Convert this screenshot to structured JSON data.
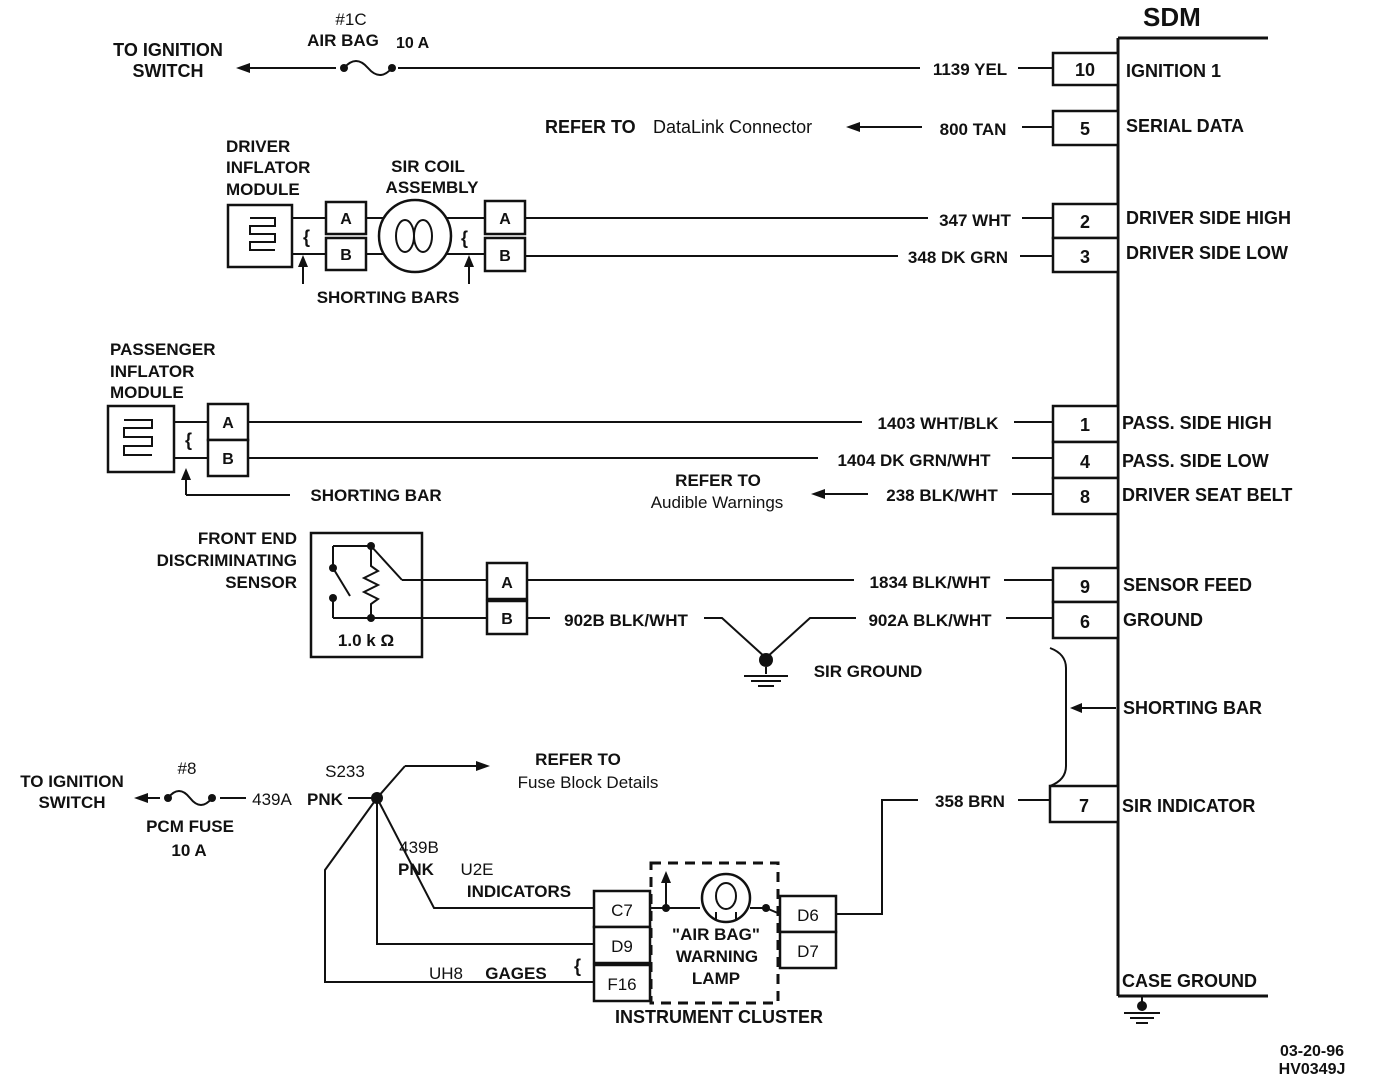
{
  "sdm": {
    "title": "SDM",
    "pins": [
      {
        "pin": "10",
        "label": "IGNITION 1",
        "wire": "1139 YEL"
      },
      {
        "pin": "5",
        "label": "SERIAL DATA",
        "wire": "800 TAN"
      },
      {
        "pin": "2",
        "label": "DRIVER SIDE HIGH",
        "wire": "347 WHT"
      },
      {
        "pin": "3",
        "label": "DRIVER SIDE LOW",
        "wire": "348 DK GRN"
      },
      {
        "pin": "1",
        "label": "PASS. SIDE HIGH",
        "wire": "1403 WHT/BLK"
      },
      {
        "pin": "4",
        "label": "PASS. SIDE LOW",
        "wire": "1404 DK GRN/WHT"
      },
      {
        "pin": "8",
        "label": "DRIVER SEAT BELT",
        "wire": "238 BLK/WHT"
      },
      {
        "pin": "9",
        "label": "SENSOR FEED",
        "wire": "1834 BLK/WHT"
      },
      {
        "pin": "6",
        "label": "GROUND",
        "wire": "902A BLK/WHT"
      },
      {
        "pin": "7",
        "label": "SIR INDICATOR",
        "wire": "358 BRN"
      }
    ],
    "shorting_bar": "SHORTING BAR",
    "case_ground": "CASE GROUND"
  },
  "ignition_top": {
    "line1": "TO IGNITION",
    "line2": "SWITCH",
    "fuse_id": "#1C",
    "fuse_name": "AIR BAG",
    "fuse_rating": "10 A"
  },
  "serial_ref": {
    "prefix": "REFER TO",
    "target": "DataLink Connector"
  },
  "driver_module": {
    "line1": "DRIVER",
    "line2": "INFLATOR",
    "line3": "MODULE"
  },
  "sir_coil": {
    "line1": "SIR COIL",
    "line2": "ASSEMBLY"
  },
  "connector_letters": {
    "a": "A",
    "b": "B"
  },
  "shorting_bars": "SHORTING BARS",
  "passenger_module": {
    "line1": "PASSENGER",
    "line2": "INFLATOR",
    "line3": "MODULE",
    "shorting": "SHORTING BAR"
  },
  "audible_ref": {
    "prefix": "REFER TO",
    "target": "Audible Warnings"
  },
  "sensor": {
    "line1": "FRONT END",
    "line2": "DISCRIMINATING",
    "line3": "SENSOR",
    "resistance": "1.0 k Ω",
    "wire_b": "902B BLK/WHT"
  },
  "sir_ground": "SIR GROUND",
  "pcm": {
    "line1": "TO IGNITION",
    "line2": "SWITCH",
    "fuse_id": "#8",
    "fuse_name": "PCM FUSE",
    "fuse_rating": "10 A",
    "wire": "439A",
    "wire_color": "PNK",
    "splice": "S233"
  },
  "fuse_block_ref": {
    "prefix": "REFER TO",
    "target": "Fuse Block Details"
  },
  "wire_439b": {
    "id": "439B",
    "color": "PNK"
  },
  "u2e": {
    "code": "U2E",
    "name": "INDICATORS"
  },
  "uh8": {
    "code": "UH8",
    "name": "GAGES"
  },
  "cluster": {
    "name": "INSTRUMENT CLUSTER",
    "lamp_line1": "\"AIR BAG\"",
    "lamp_line2": "WARNING",
    "lamp_line3": "LAMP",
    "pins_left": [
      "C7",
      "D9",
      "F16"
    ],
    "pins_right": [
      "D6",
      "D7"
    ]
  },
  "footer": {
    "date": "03-20-96",
    "code": "HV0349J"
  }
}
